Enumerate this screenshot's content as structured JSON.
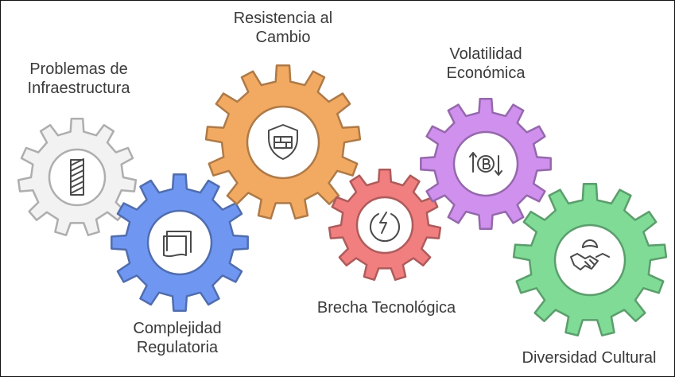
{
  "diagram": {
    "gears": [
      {
        "id": "infraestructura",
        "label": "Problemas de\nInfraestructura",
        "color": "#f2f2f2",
        "icon": "barrier-icon"
      },
      {
        "id": "regulatoria",
        "label": "Complejidad\nRegulatoria",
        "color": "#6f97f2",
        "icon": "documents-icon"
      },
      {
        "id": "cambio",
        "label": "Resistencia al\nCambio",
        "color": "#f2aa63",
        "icon": "firewall-shield-icon"
      },
      {
        "id": "tecnologica",
        "label": "Brecha Tecnológica",
        "color": "#f17f7f",
        "icon": "power-bolt-icon"
      },
      {
        "id": "economica",
        "label": "Volatilidad\nEconómica",
        "color": "#cf90ee",
        "icon": "bitcoin-exchange-icon"
      },
      {
        "id": "cultural",
        "label": "Diversidad Cultural",
        "color": "#7fdb96",
        "icon": "handshake-globe-icon"
      }
    ]
  }
}
